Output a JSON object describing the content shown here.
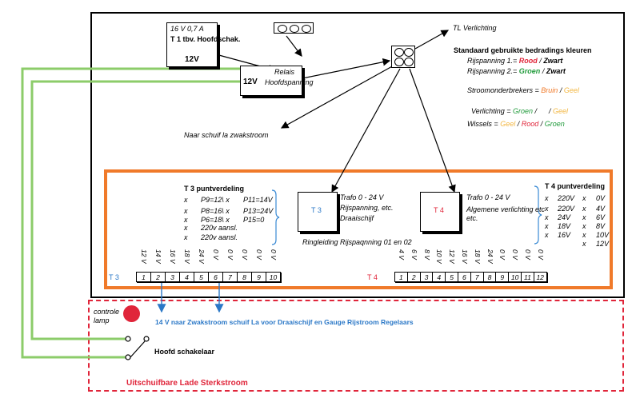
{
  "t1": {
    "rating": "16 V  0,7 A",
    "title": "T 1  tbv. Hoofdschak.",
    "voltage": "12V"
  },
  "relais": {
    "voltage": "12V",
    "line1": "Relais",
    "line2": "Hoofdspanning"
  },
  "tl": "TL Verlichting",
  "schuif": "Naar schuif la zwakstroom",
  "legend": {
    "title": "Standaard gebruikte bedradings kleuren",
    "r1_label": "Rijspanning 1.= ",
    "r1_c1": "Rood",
    "r1_sep": " / ",
    "r1_c2": "Zwart",
    "r2_label": "Rijspanning 2.= ",
    "r2_c1": "Groen",
    "r2_sep": " / ",
    "r2_c2": "Zwart",
    "s_label": "Stroomonderbrekers = ",
    "s_c1": "Bruin",
    "s_sep": " / ",
    "s_c2": "Geel",
    "v_label": "Verlichting = ",
    "v_c1": "Groen",
    "v_sep": " /      / ",
    "v_c2": "Geel",
    "w_label": "Wissels = ",
    "w_c1": "Geel",
    "w_sep1": " / ",
    "w_c2": "Rood",
    "w_sep2": " / ",
    "w_c3": "Groen",
    "colors": {
      "red": "#e0253a",
      "green": "#1f9a3a",
      "orange": "#f07a2a",
      "yellow": "#f2b640"
    }
  },
  "t3": {
    "title": "T 3 puntverdeling",
    "rows": [
      {
        "a": "x",
        "b": "P9=12\\ x",
        "c": "P11=14V"
      },
      {
        "a": "x",
        "b": "P8=16\\ x",
        "c": "P13=24V"
      },
      {
        "a": "x",
        "b": "P6=18\\ x",
        "c": "P15=0"
      },
      {
        "a": "x",
        "b": "220v aansl.",
        "c": ""
      },
      {
        "a": "x",
        "b": "220v aansl.",
        "c": ""
      }
    ],
    "box_label": "T 3",
    "desc": [
      "Trafo 0 - 24 V",
      "Rijspanning, etc.",
      "Draaischijf"
    ],
    "strip_label": "T 3",
    "strip_values": [
      "12 V",
      "14 V",
      "16 V",
      "18 V",
      "24 V",
      "0 V",
      "0 V",
      "0 V",
      "0 V",
      "0 V"
    ],
    "terminals": [
      "1",
      "2",
      "3",
      "4",
      "5",
      "6",
      "7",
      "8",
      "9",
      "10"
    ]
  },
  "t4": {
    "title": "T 4 puntverdeling",
    "rows": [
      {
        "a": "x",
        "b": "220V",
        "c": "x",
        "d": "0V"
      },
      {
        "a": "x",
        "b": "220V",
        "c": "x",
        "d": "4V"
      },
      {
        "a": "x",
        "b": "24V",
        "c": "x",
        "d": "6V"
      },
      {
        "a": "x",
        "b": "18V",
        "c": "x",
        "d": "8V"
      },
      {
        "a": "x",
        "b": "16V",
        "c": "x",
        "d": "10V"
      },
      {
        "a": "",
        "b": "",
        "c": "x",
        "d": "12V"
      }
    ],
    "box_label": "T 4",
    "desc": [
      "Trafo 0 - 24 V",
      "Algemene verlichting etc",
      "etc."
    ],
    "strip_label": "T 4",
    "strip_values": [
      "4 V",
      "6 V",
      "8 V",
      "10 V",
      "12 V",
      "16 V",
      "18 V",
      "24 V",
      "0 V",
      "0 V",
      "0 V",
      "0 V"
    ],
    "terminals": [
      "1",
      "2",
      "3",
      "4",
      "5",
      "6",
      "7",
      "8",
      "9",
      "10",
      "11",
      "12"
    ]
  },
  "ring": "Ringleiding Rijspaqnning 01 en 02",
  "lamp": [
    "controle",
    "lamp"
  ],
  "zwak": "14 V naar Zwakstroom schuif La  voor  Draaischijf en Gauge Rijstroom Regelaars",
  "hoofd": "Hoofd schakelaar",
  "lade": "Uitschuifbare Lade Sterkstroom"
}
